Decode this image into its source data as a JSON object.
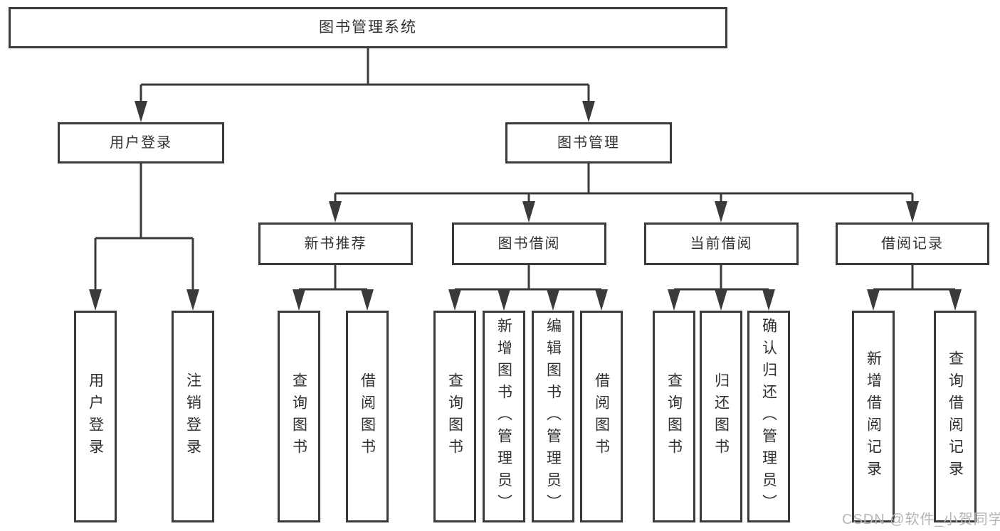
{
  "tree": {
    "label": "图书管理系统",
    "children": [
      {
        "label": "用户登录",
        "children": [
          {
            "label": "用户登录"
          },
          {
            "label": "注销登录"
          }
        ]
      },
      {
        "label": "图书管理",
        "children": [
          {
            "label": "新书推荐",
            "children": [
              {
                "label": "查询图书"
              },
              {
                "label": "借阅图书"
              }
            ]
          },
          {
            "label": "图书借阅",
            "children": [
              {
                "label": "查询图书"
              },
              {
                "label": "新增图书（管理员）"
              },
              {
                "label": "编辑图书（管理员）"
              },
              {
                "label": "借阅图书"
              }
            ]
          },
          {
            "label": "当前借阅",
            "children": [
              {
                "label": "查询图书"
              },
              {
                "label": "归还图书"
              },
              {
                "label": "确认归还（管理员）"
              }
            ]
          },
          {
            "label": "借阅记录",
            "children": [
              {
                "label": "新增借阅记录"
              },
              {
                "label": "查询借阅记录"
              }
            ]
          }
        ]
      }
    ]
  },
  "watermark": {
    "text": "CSDN @软件_小贺同学"
  },
  "colors": {
    "line": "#3a3a3a",
    "text": "#303030",
    "watermark": "#b5b5b5",
    "background": "#ffffff"
  }
}
